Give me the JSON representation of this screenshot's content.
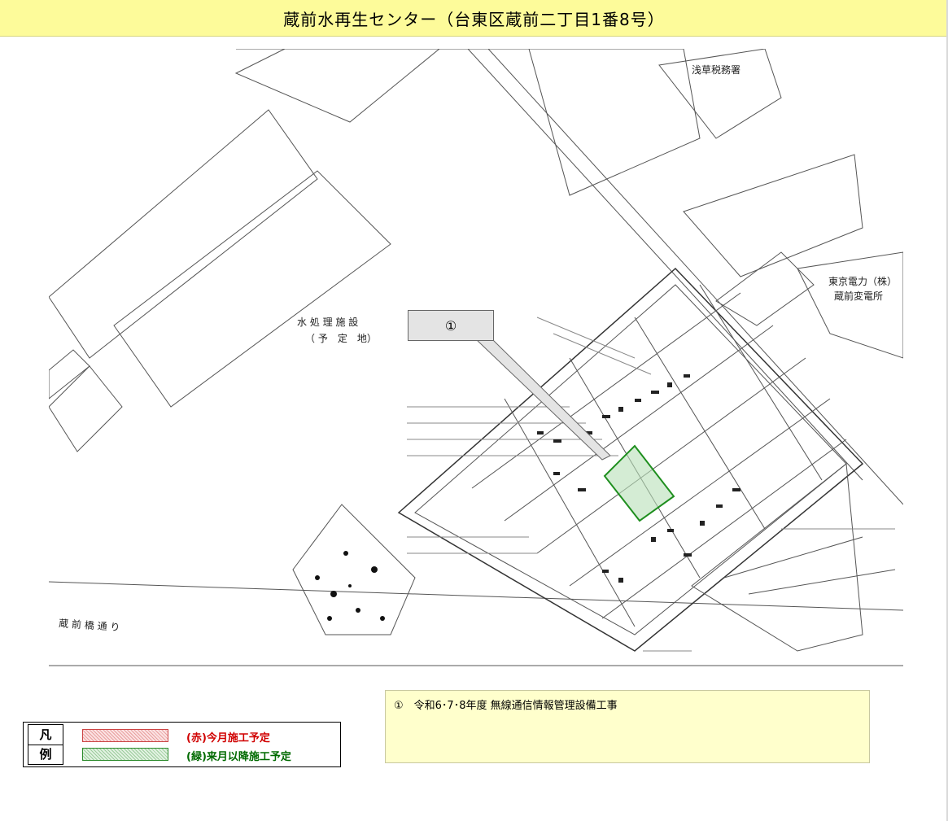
{
  "title": "蔵前水再生センター（台東区蔵前二丁目1番8号）",
  "map": {
    "labels": {
      "tax_office": "浅草税務署",
      "power_station_1": "東京電力（株）",
      "power_station_2": "蔵前変電所",
      "planned_facility_1": "水 処 理 施 設",
      "planned_facility_2": "（ 予　定　地）",
      "street": "蔵 前 橋 通 り"
    },
    "callout_marker": "①",
    "colors": {
      "green_area": "#1f8f1f",
      "red_area": "#d00000",
      "line": "#444444"
    }
  },
  "legend": {
    "key_top": "凡",
    "key_bottom": "例",
    "red_label": "(赤)今月施工予定",
    "green_label": "(緑)来月以降施工予定"
  },
  "note": {
    "text": "①　令和6･7･8年度  無線通信情報管理設備工事"
  }
}
